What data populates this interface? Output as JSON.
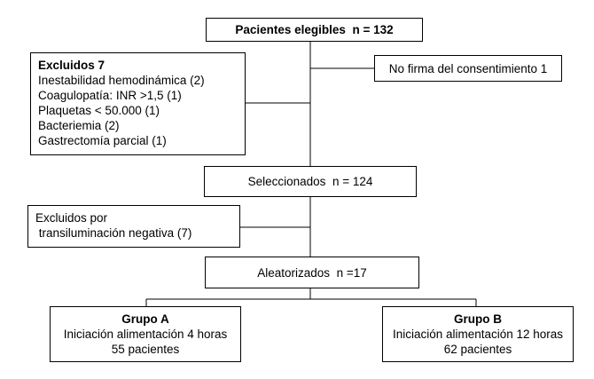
{
  "eligible": {
    "label": "Pacientes elegibles",
    "count": "n = 132"
  },
  "excluded": {
    "title": "Excluidos 7",
    "items": [
      "Inestabilidad hemodinámica (2)",
      "Coagulopatía: INR >1,5 (1)",
      "Plaquetas < 50.000 (1)",
      "Bacteriemia (2)",
      "Gastrectomía parcial (1)"
    ]
  },
  "no_consent": "No firma del consentimiento 1",
  "selected": {
    "label": "Seleccionados",
    "count": "n = 124"
  },
  "excluded_transillumination": {
    "line1": "Excluidos por",
    "line2": " transiluminación negativa (7)"
  },
  "randomized": {
    "label": "Aleatorizados",
    "count": "n =17"
  },
  "group_a": {
    "title": "Grupo A",
    "description": "Iniciación alimentación 4 horas",
    "patients": "55 pacientes"
  },
  "group_b": {
    "title": "Grupo B",
    "description": "Iniciación alimentación 12 horas",
    "patients": "62 pacientes"
  }
}
